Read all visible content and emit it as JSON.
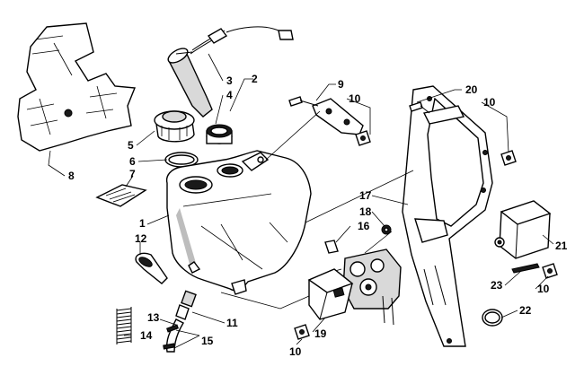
{
  "diagram": {
    "callouts": [
      {
        "id": "c1",
        "text": "1"
      },
      {
        "id": "c2",
        "text": "2"
      },
      {
        "id": "c3",
        "text": "3"
      },
      {
        "id": "c4",
        "text": "4"
      },
      {
        "id": "c5",
        "text": "5"
      },
      {
        "id": "c6",
        "text": "6"
      },
      {
        "id": "c7",
        "text": "7"
      },
      {
        "id": "c8",
        "text": "8"
      },
      {
        "id": "c9",
        "text": "9"
      },
      {
        "id": "c10a",
        "text": "10"
      },
      {
        "id": "c10b",
        "text": "10"
      },
      {
        "id": "c10c",
        "text": "10"
      },
      {
        "id": "c10d",
        "text": "10"
      },
      {
        "id": "c11",
        "text": "11"
      },
      {
        "id": "c12",
        "text": "12"
      },
      {
        "id": "c13",
        "text": "13"
      },
      {
        "id": "c14",
        "text": "14"
      },
      {
        "id": "c15",
        "text": "15"
      },
      {
        "id": "c16",
        "text": "16"
      },
      {
        "id": "c17",
        "text": "17"
      },
      {
        "id": "c18",
        "text": "18"
      },
      {
        "id": "c19",
        "text": "19"
      },
      {
        "id": "c20",
        "text": "20"
      },
      {
        "id": "c21",
        "text": "21"
      },
      {
        "id": "c22",
        "text": "22"
      },
      {
        "id": "c23",
        "text": "23"
      }
    ]
  },
  "colors": {
    "line": "#000000",
    "background": "#ffffff",
    "shade": "#bdbdbd"
  }
}
